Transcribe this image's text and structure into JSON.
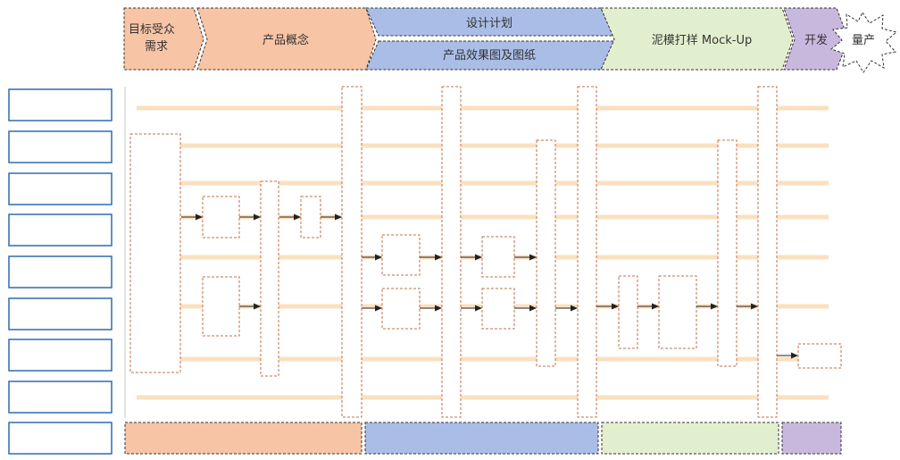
{
  "header": {
    "stages": [
      {
        "key": "target",
        "lines": [
          "目标受众",
          "需求"
        ],
        "color": "#f7c4a5"
      },
      {
        "key": "concept",
        "lines": [
          "产品概念"
        ],
        "color": "#f7c4a5"
      },
      {
        "key": "design",
        "lines": [
          "设计计划"
        ],
        "color": "#a9bde6"
      },
      {
        "key": "drawings",
        "lines": [
          "产品效果图及图纸"
        ],
        "color": "#a9bde6"
      },
      {
        "key": "mockup",
        "lines": [
          "泥模打样 Mock-Up"
        ],
        "color": "#e2efcf"
      },
      {
        "key": "develop",
        "lines": [
          "开发"
        ],
        "color": "#c9b8de"
      },
      {
        "key": "mass",
        "lines": [
          "量产"
        ],
        "color": "#ffffff"
      }
    ]
  },
  "left_boxes_count": 9,
  "lane_color": "#fbe0bf",
  "dashed_color": "#c0704a",
  "left_box_color": "#2f6bb0",
  "bottom_bars": [
    {
      "key": "concept",
      "color": "#f7c4a5"
    },
    {
      "key": "design",
      "color": "#a9bde6"
    },
    {
      "key": "mockup",
      "color": "#e2efcf"
    },
    {
      "key": "develop",
      "color": "#c9b8de"
    }
  ]
}
